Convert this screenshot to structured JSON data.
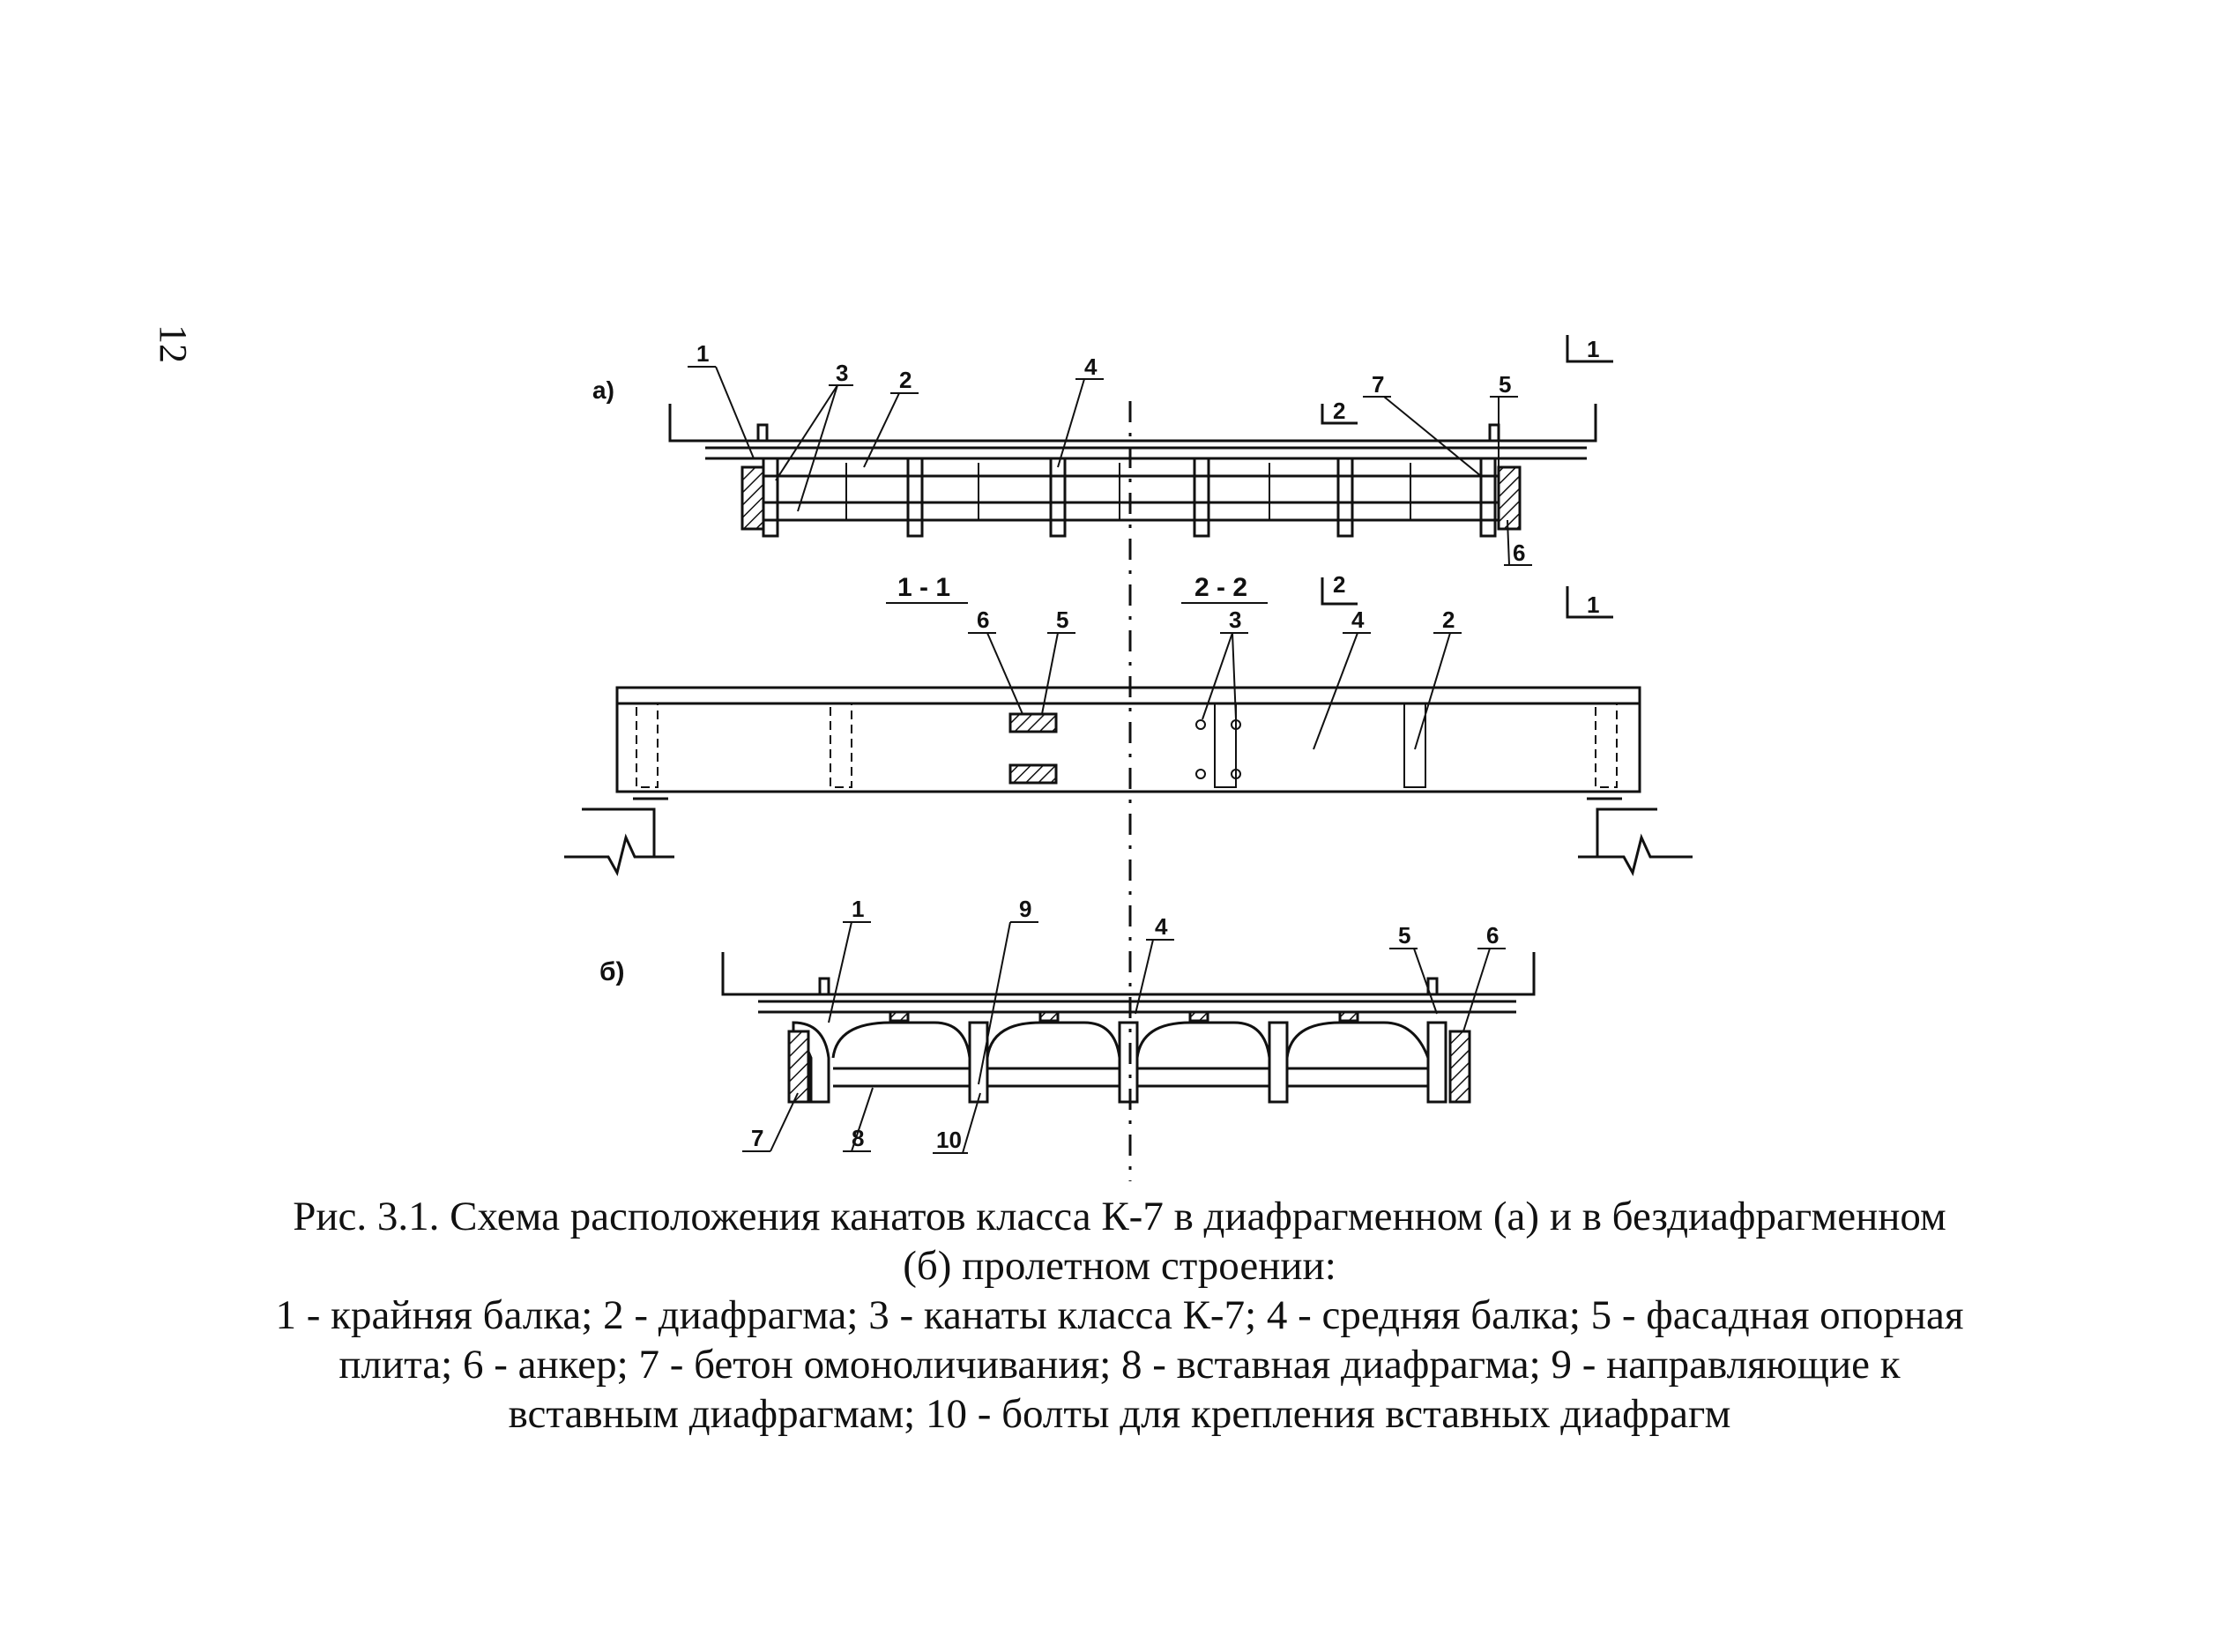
{
  "page_number": "12",
  "drawing": {
    "label_a": "а)",
    "label_b": "б)",
    "section_1_1": "1 - 1",
    "section_2_2": "2 - 2",
    "section_mark_1": "1",
    "section_mark_2": "2",
    "callouts": [
      "1",
      "2",
      "3",
      "4",
      "5",
      "6",
      "7",
      "8",
      "9",
      "10"
    ]
  },
  "caption": {
    "title_line1": "Рис. 3.1. Схема расположения канатов класса К-7 в диафрагменном (а) и в бездиафрагменном",
    "title_line2": "(б) пролетном строении:",
    "legend_line1": "1 - крайняя балка; 2 - диафрагма; 3 - канаты класса К-7; 4 - средняя балка; 5 - фасадная опорная",
    "legend_line2": "плита; 6 - анкер; 7 - бетон омоноличивания; 8 - вставная диафрагма; 9 - направляющие к",
    "legend_line3": "вставным диафрагмам; 10 - болты для крепления вставных диафрагм"
  }
}
